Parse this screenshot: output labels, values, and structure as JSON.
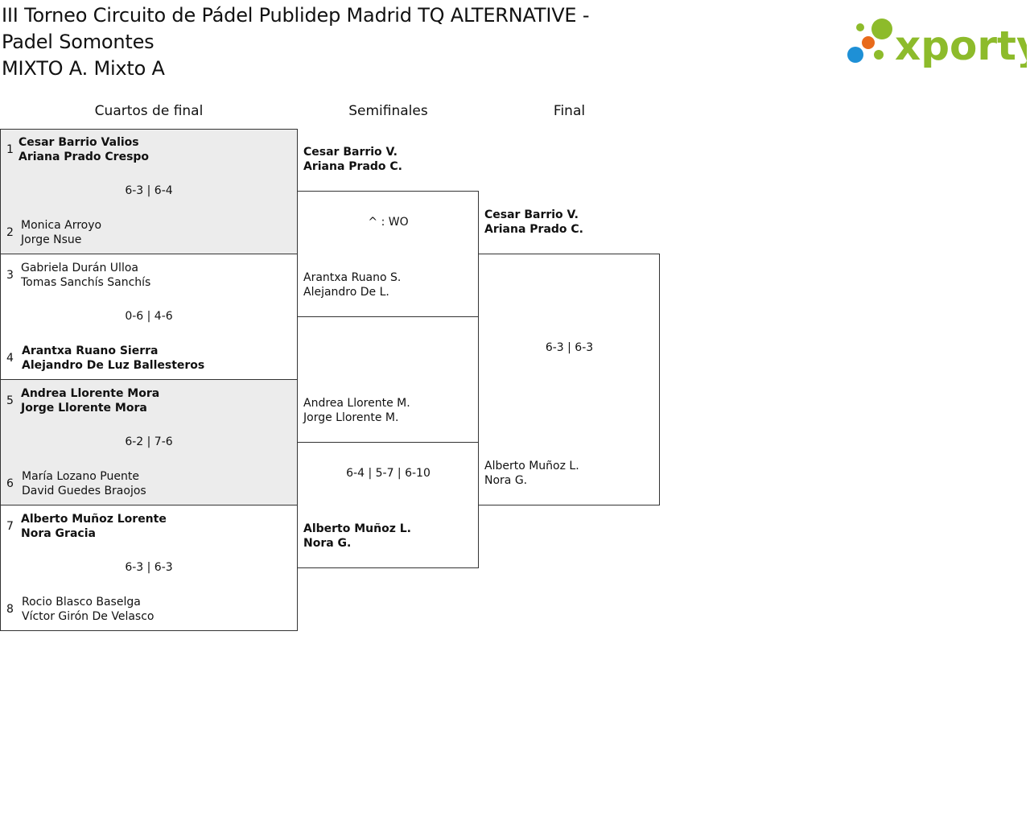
{
  "title": {
    "line1": "III Torneo Circuito de Pádel Publidep Madrid TQ ALTERNATIVE -",
    "line2": "Padel Somontes",
    "line3": "MIXTO A. Mixto A"
  },
  "logo": {
    "text": "xporty",
    "dots": [
      "#8dbb2b",
      "#e86a1b",
      "#1e90d6"
    ]
  },
  "rounds": [
    "Cuartos de final",
    "Semifinales",
    "Final"
  ],
  "quarterfinals": [
    {
      "score": "6-3 | 6-4",
      "top": {
        "seed": "1",
        "p1": "Cesar Barrio Valios",
        "p2": "Ariana Prado Crespo"
      },
      "bottom": {
        "seed": "2",
        "p1": "Monica Arroyo",
        "p2": "Jorge Nsue"
      }
    },
    {
      "score": "0-6 | 4-6",
      "top": {
        "seed": "3",
        "p1": "Gabriela Durán Ulloa",
        "p2": "Tomas Sanchís Sanchís"
      },
      "bottom": {
        "seed": "4",
        "p1": "Arantxa Ruano Sierra",
        "p2": "Alejandro De Luz Ballesteros"
      }
    },
    {
      "score": "6-2 | 7-6",
      "top": {
        "seed": "5",
        "p1": "Andrea Llorente Mora",
        "p2": "Jorge Llorente Mora"
      },
      "bottom": {
        "seed": "6",
        "p1": "María Lozano Puente",
        "p2": "David Guedes Braojos"
      }
    },
    {
      "score": "6-3 | 6-3",
      "top": {
        "seed": "7",
        "p1": "Alberto Muñoz Lorente",
        "p2": "Nora Gracia"
      },
      "bottom": {
        "seed": "8",
        "p1": "Rocio Blasco Baselga",
        "p2": "Víctor Girón De Velasco"
      }
    }
  ],
  "semifinals": [
    {
      "score": "^ : WO",
      "top": {
        "p1": "Cesar Barrio V.",
        "p2": "Ariana Prado C."
      },
      "bottom": {
        "p1": "Arantxa Ruano S.",
        "p2": "Alejandro De L."
      }
    },
    {
      "score": "6-4 | 5-7 | 6-10",
      "top": {
        "p1": "Andrea Llorente M.",
        "p2": "Jorge Llorente M."
      },
      "bottom": {
        "p1": "Alberto Muñoz L.",
        "p2": "Nora G."
      }
    }
  ],
  "final": {
    "score": "6-3 | 6-3",
    "top": {
      "p1": "Cesar Barrio V.",
      "p2": "Ariana Prado C."
    },
    "bottom": {
      "p1": "Alberto Muñoz L.",
      "p2": "Nora G."
    }
  }
}
